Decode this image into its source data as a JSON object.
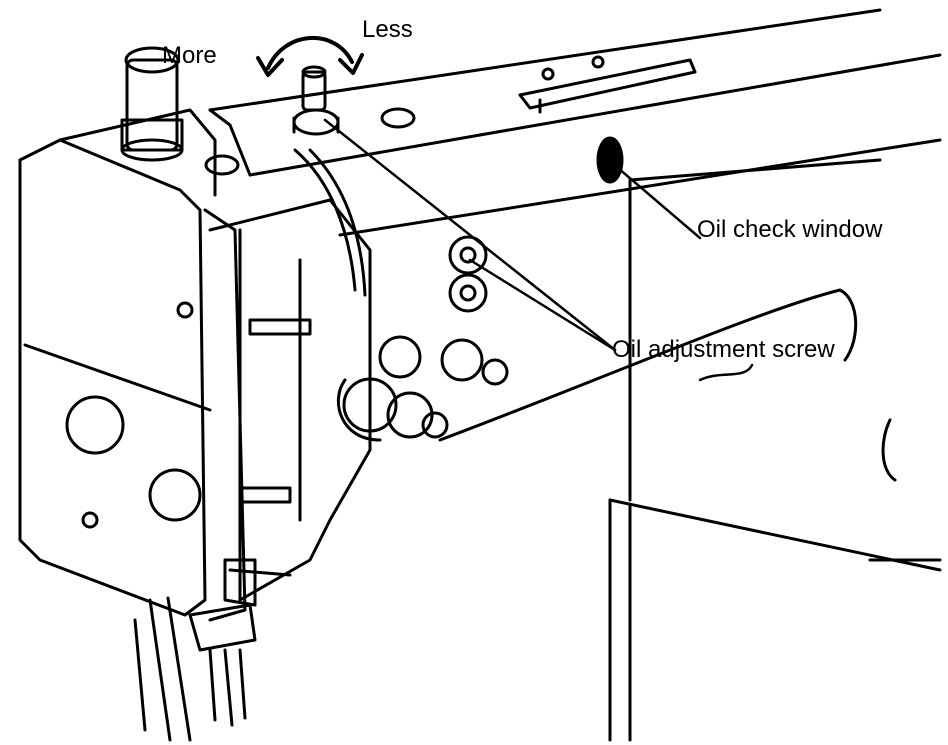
{
  "labels": {
    "more": "More",
    "less": "Less",
    "oil_check_window": "Oil check window",
    "oil_adjustment_screw": "Oil adjustment screw"
  },
  "colors": {
    "ink": "#000000",
    "paper": "#ffffff"
  },
  "icons": [
    "rotation-arrow-icon"
  ]
}
